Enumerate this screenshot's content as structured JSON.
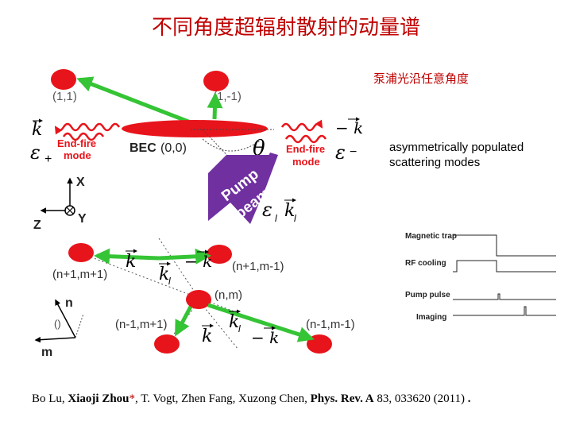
{
  "title": "不同角度超辐射散射的动量谱",
  "pump_angle_note": "泵浦光沿任意角度",
  "asym_note": [
    "asymmetrically populated",
    "scattering modes"
  ],
  "top_diagram": {
    "label_11": "(1,1)",
    "label_1m1": "(1,-1)",
    "bec_label": "BEC",
    "bec_coords": "(0,0)",
    "endfire_left": [
      "End-fire",
      "mode"
    ],
    "endfire_right": [
      "End-fire",
      "mode"
    ],
    "k_left": "k",
    "eps_plus": "ε",
    "eps_plus_sub": "+",
    "minus_k": "− k",
    "eps_minus": "ε",
    "eps_minus_sub": "−",
    "theta": "θ",
    "pump_beam": [
      "Pump",
      "beam"
    ],
    "eps_l": "ε",
    "eps_l_sub": "l",
    "k_l": "k",
    "k_l_sub": "l",
    "axis_x": "X",
    "axis_z": "Z",
    "axis_y": "Y"
  },
  "bottom_diagram": {
    "n1_m1": "(n+1,m+1)",
    "n1_mm1": "(n+1,m-1)",
    "n_m": "(n,m)",
    "nm1_m1": "(n-1,m+1)",
    "nm1_mm1": "(n-1,m-1)",
    "k_a": "k",
    "minus_k_a": "− k",
    "kl_a": "k",
    "kl_a_sub": "l",
    "kl_b": "k",
    "kl_b_sub": "l",
    "k_b": "k",
    "minus_k_b": "− k",
    "axis_n": "n",
    "axis_m": "m",
    "theta_small": "()"
  },
  "timing": {
    "rows": [
      "Magnetic trap",
      "RF cooling",
      "Pump pulse",
      "Imaging"
    ]
  },
  "citation": {
    "authors_a": "Bo Lu, ",
    "authors_b": "Xiaoji Zhou",
    "star": "*",
    "authors_c": ", T. Vogt, Zhen Fang, Xuzong Chen, ",
    "journal": "Phys. Rev. A",
    "ref": " 83, 033620 (2011)",
    "end": " ."
  },
  "colors": {
    "title": "#c00000",
    "atom": "#e8141b",
    "arrow": "#35c435",
    "pump": "#7030a0"
  }
}
